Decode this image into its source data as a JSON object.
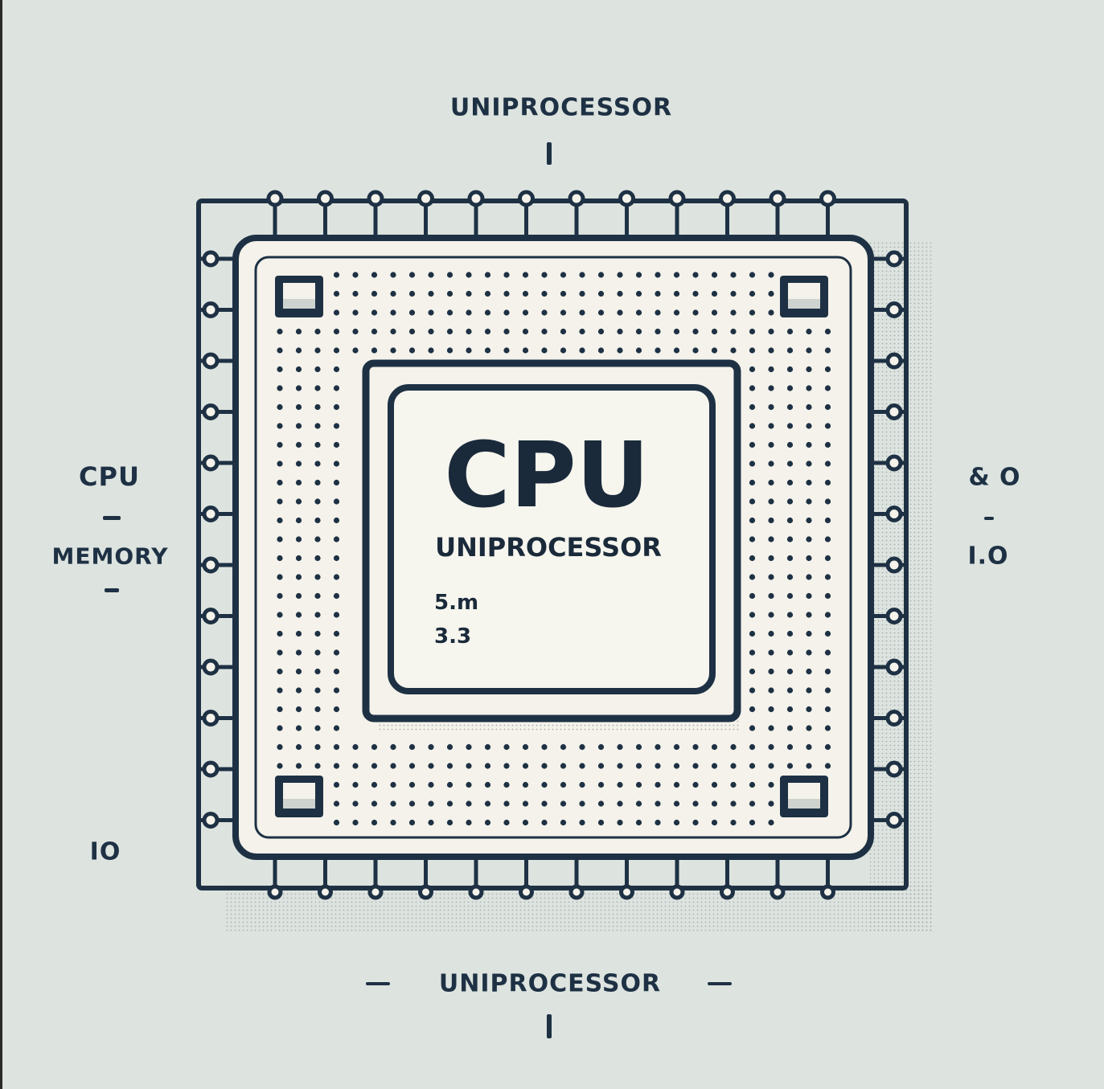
{
  "labels": {
    "top": "UNIPROCESSOR",
    "bottom": "UNIPROCESSOR",
    "left_cpu": "CPU",
    "left_memory": "MEMORY",
    "left_io": "IO",
    "right_amp": "& O",
    "right_io": "I.O"
  },
  "chip": {
    "title": "CPU",
    "subtitle": "UNIPROCESSOR",
    "line1": "5.m",
    "line2": "3.3"
  },
  "colors": {
    "background": "#dde3df",
    "ink": "#1e3144",
    "chip_fill": "#f2f1ea"
  }
}
